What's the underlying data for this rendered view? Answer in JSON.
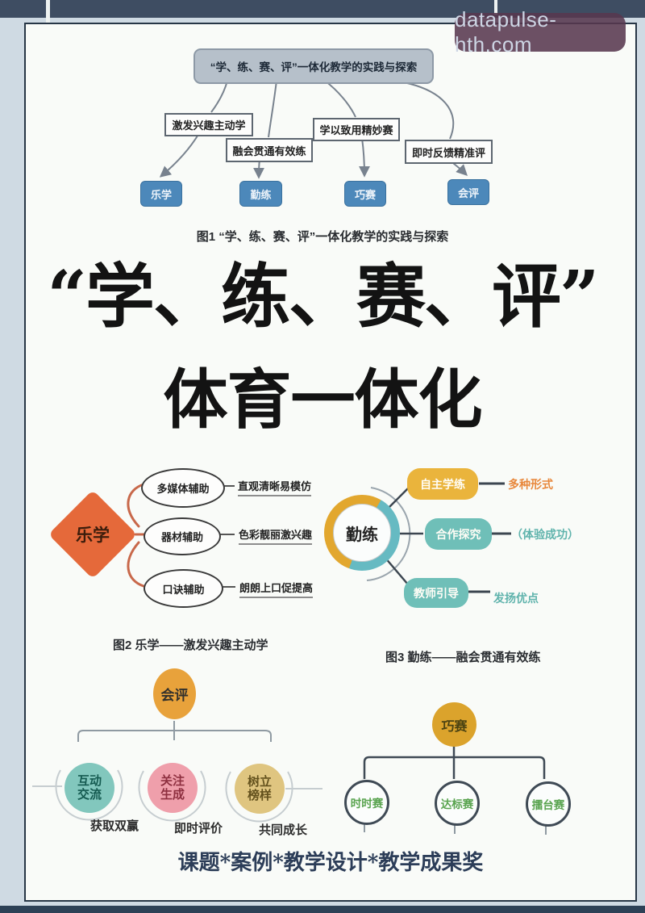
{
  "watermark": {
    "text": "datapulse-hth.com"
  },
  "fig1": {
    "title": "“学、练、赛、评”一体化教学的实践与探索",
    "branches": [
      "激发兴趣主动学",
      "融会贯通有效练",
      "学以致用精妙赛",
      "即时反馈精准评"
    ],
    "nodes": [
      "乐学",
      "勤练",
      "巧赛",
      "会评"
    ],
    "caption": "图1  “学、练、赛、评”一体化教学的实践与探索"
  },
  "headline": {
    "line1": "“学、练、赛、评”",
    "line2": "体育一体化"
  },
  "fig2": {
    "root": "乐学",
    "branches": [
      {
        "node": "多媒体辅助",
        "desc": "直观清晰易模仿"
      },
      {
        "node": "器材辅助",
        "desc": "色彩靓丽激兴趣"
      },
      {
        "node": "口诀辅助",
        "desc": "朗朗上口促提高"
      }
    ],
    "caption": "图2  乐学——激发兴趣主动学"
  },
  "fig3": {
    "root": "勤练",
    "branches": [
      {
        "node": "自主学练",
        "desc": "多种形式"
      },
      {
        "node": "合作探究",
        "desc": "（体验成功）"
      },
      {
        "node": "教师引导",
        "desc": "发扬优点"
      }
    ],
    "caption": "图3  勤练——融会贯通有效练"
  },
  "fig4": {
    "root": "会评",
    "branches": [
      {
        "line1": "互动",
        "line2": "交流",
        "desc": "获取双赢"
      },
      {
        "line1": "关注",
        "line2": "生成",
        "desc": "即时评价"
      },
      {
        "line1": "树立",
        "line2": "榜样",
        "desc": "共同成长"
      }
    ]
  },
  "fig5": {
    "root": "巧赛",
    "items": [
      "时时赛",
      "达标赛",
      "擂台赛"
    ]
  },
  "footer": {
    "text": "课题*案例*教学设计*教学成果奖"
  },
  "colors": {
    "frame_bg": "#cfdae3",
    "top_bar": "#3e4d62",
    "bottom_bar": "#2d4156",
    "watermark_bg": "#58384e",
    "node_blue": "#4c88ba",
    "title_box_gray": "#b6c0ca",
    "diamond_orange": "#e5693a",
    "ring_gold": "#e2a72e",
    "ring_teal": "#66bac2",
    "pill_gold": "#eab43c",
    "pill_teal": "#6fbfb8",
    "oval_orange": "#e8a23b",
    "circle_teal": "#82c7bd",
    "circle_pink": "#ef9fab",
    "circle_tan": "#dfc580",
    "circle_gold": "#dba32c",
    "race_green": "#58a34e",
    "footer_navy": "#2c3d58"
  }
}
